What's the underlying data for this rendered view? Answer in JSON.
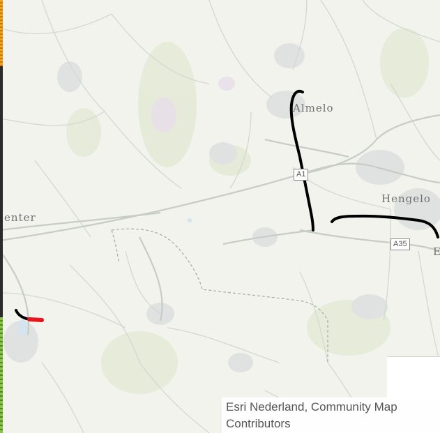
{
  "map": {
    "places": [
      {
        "id": "almelo",
        "label": "Almelo"
      },
      {
        "id": "hengelo",
        "label": "Hengelo"
      },
      {
        "id": "deventer",
        "label": "enter"
      },
      {
        "id": "enschede",
        "label": "E"
      }
    ],
    "road_shields": [
      {
        "id": "a1",
        "label": "A1"
      },
      {
        "id": "a35",
        "label": "A35"
      }
    ],
    "attribution": "Esri Nederland, Community Map Contributors",
    "colors": {
      "background": "#f1f3ec",
      "drawn_route": "#000000",
      "highlight_segment": "#e8141e",
      "label": "#6f6f6f"
    }
  }
}
